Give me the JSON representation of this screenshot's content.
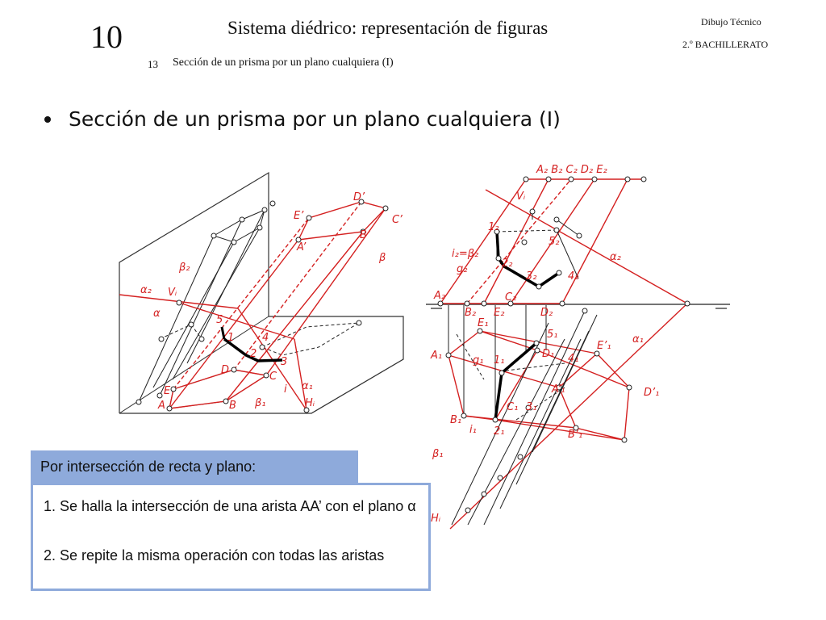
{
  "header": {
    "unit_number": "10",
    "title": "Sistema diédrico: representación de figuras",
    "subtitle_number": "13",
    "subtitle": "Sección de un prisma por un plano cualquiera (I)",
    "subject": "Dibujo Técnico",
    "course": "2.º BACHILLERATO"
  },
  "bullet": {
    "text": "Sección de un prisma por un plano cualquiera (I)"
  },
  "diagram_3d_labels": {
    "D_prime": "D’",
    "C_prime": "C’",
    "E_prime": "E’",
    "B_prime": "B’",
    "A_prime": "A’",
    "beta": "β",
    "beta2": "β₂",
    "alpha2": "α₂",
    "Vi": "Vᵢ",
    "alpha": "α",
    "n5": "5",
    "n1": "1",
    "n4": "4",
    "n2": "2",
    "n3": "3",
    "D": "D",
    "C": "C",
    "E": "E",
    "A": "A",
    "B": "B",
    "i": "i",
    "alpha1": "α₁",
    "beta1": "β₁",
    "Hi": "Hᵢ"
  },
  "diagram_2d_labels": {
    "top_row": "A₂ B₂ C₂ D₂ E₂",
    "top_row_primes": "’ ’ ’ ’ ’",
    "Vi": "Vᵢ",
    "p1_2": "1₂",
    "p5_2": "5₂",
    "i2_beta2": "i₂=β₂",
    "p2_2": "2₂",
    "g2": "g₂",
    "alpha2": "α₂",
    "p3_2": "3₂",
    "p4_2": "4₂",
    "A2": "A₂",
    "C2": "C₂",
    "B2": "B₂",
    "E2": "E₂",
    "D2": "D₂",
    "E1": "E₁",
    "p5_1": "5₁",
    "E1p": "E’₁",
    "alpha1": "α₁",
    "A1": "A₁",
    "g1": "g₁",
    "p1_1": "1₁",
    "D1": "D₁",
    "p4_1": "4₁",
    "A1p": "A’₁",
    "D1p": "D’₁",
    "C1": "C₁",
    "p3_1": "3₁",
    "B1": "B₁",
    "i1": "i₁",
    "p2_1": "2₁",
    "B1p": "B’₁",
    "beta1": "β₁",
    "Hi": "Hᵢ"
  },
  "info_box": {
    "header": "Por intersección de recta y plano:",
    "step1": "1. Se halla la intersección de una arista AA’ con el plano α",
    "step2": "2. Se repite la misma operación con todas las aristas"
  },
  "colors": {
    "construction_red": "#d42020",
    "section_black": "#000000",
    "box_blue": "#8eaadb"
  }
}
